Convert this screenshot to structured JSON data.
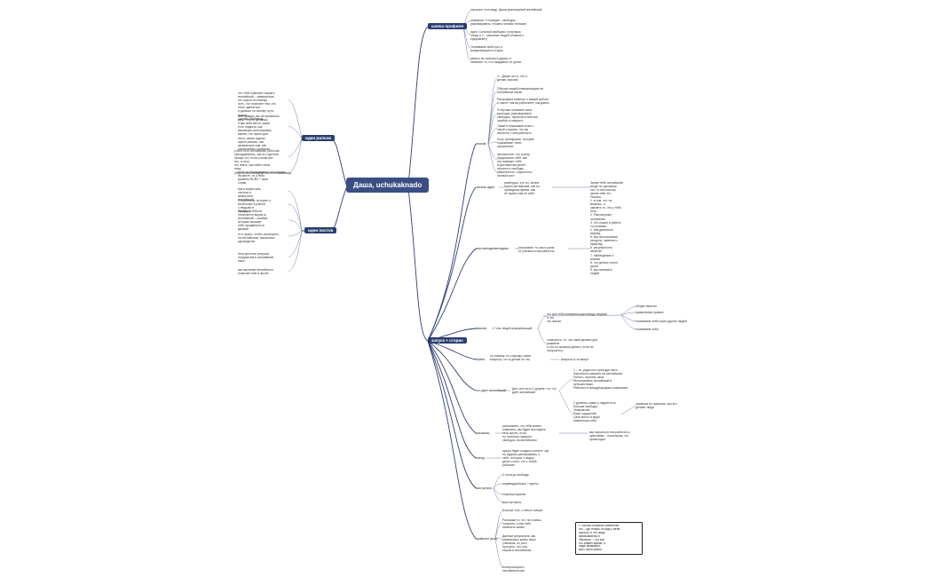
{
  "root": {
    "label": "Даша, uchukaknado"
  },
  "branches": {
    "profile": {
      "label": "шапка профиля",
      "items": [
        "хорошее стоп-кадр. Даша разговорный английский",
        "описание: Отговорки - свободно\nразговаривать, «нужна личная техника»",
        "идея: Сильный свободно, получишь\nопору и 2 - описания людей (главного,\nпредлагает)",
        "Усиливаем свой путь в\nкоммуникации в сторис",
        "запись на занятия в директ и\nнаписать то, что ожидаешь от урока"
      ]
    },
    "reels": {
      "label": "идеи рилсов",
      "items": [
        "что тебе помогает изучать\nанглийский – завершение,\nчто нужно по-новому\nпуть, что помогает тем, кто\nхочет двигаться\nи дальше по своему пути,\nсамые\nчастые проблемы",
        "Вся правда: как не провалить\nурок, что ты делаешь\nи как себя вести, какие\nесть подвохи, как\nмаксимум использовать\nвремя, что нужно для\nэтого, какие задачи\nнужно решать, как\nзаниматься сам, как\nрасписывать привычки",
        "у кого есть английский, рабочий\nпреподаватель, как это сделать\nпроще что, если я знаю все\nэто, я хочу\nэто знать, как найти свою\nтему (https://www.instagram.com/uchukaknado)",
        "если ты переживаешь что стоишь\nна месте, то у тебя\nуровень В1/В2 + свои\nслова"
      ]
    },
    "posts": {
      "label": "идеи постов",
      "items": [
        "Как я перестала\nзлиться и\nзабросила\nанглийский",
        "Стереотипы, которые я\nиспользую в работе\nс людьми в\nпроцессе",
        "Почему у тебя не\nполучается выучить\nанглийский – ошибки\nкоторые мешают\nтебе продвинуться\nдальше",
        "Что нужно, чтобы заговорить\nна английском: пошаговое\nруководство",
        "Мои простые ритуалы\nпогружения в английский\nязык",
        "как изучение английского\nпомогает мне в жизни"
      ]
    },
    "stories": {
      "label": "запуск + сторис",
      "subs": [
        {
          "label": "эгоизм",
          "items": [
            "4 – Даша: кто я, что я\nделаю, миссия",
            "Обучаю людей коммуникации на\nанглийском языке",
            "Расскажите немного о вашей работе\nи опыте: как вы работаете, как давно",
            "Я обучаю понимать язык\nкультуры, разговаривать\nсвободно, перестать бояться\nошибок и говорить",
            "Также я показываю язык с\nтакой стороны, что вы\nзахотите с ним работать",
            "Хочу тренируюсь, которые\nпоказывают твою\nпрогрессию",
            "заключение: что я могу\nпредложить тебе, как\nэто поможет тебе\nв достижении целей",
            "личности: свобода,\nуверенность, открытость,\nличный рост"
          ]
        },
        {
          "label": "чистые идеи",
          "detail": "разберусь: кто ты, зачем\nнужен английский, как ты\nпроводишь время, как\nне нужен сам по себе",
          "detail2": "Зачем тебе английский:\nкогда ты сделаешь\nэто? в чём польза,\nзачем тебе это"
        },
        {
          "label": "мои методы/методики",
          "detail": "рассказать то, как я ушла\nот ученика и как работать",
          "detail2": "Помочь:\n1. в том, что ты\nможешь, и\nсделать то, что у тебя\nесть\n2. Разговорные\nоснования\n3. Что нужно в работе\nсо словами\n4. Как двигаться\nвперёд\n5. как использовать\nресурсы, заметки и\nпрактику\n6. регулярность\nзанятий\n7. наблюдения и\nанализ\n8. что делать после\nурока\n9. как понимать\nлюдей"
        },
        {
          "label": "миссия",
          "detail": "У нас людей коммуникаций",
          "detail2": "это для тебя коммуникации между людьми и что\nэто значит",
          "detail3": "сложность: то, что сами делаем для развития\nи что ты можешь делать, если не получается",
          "right": [
            "общие смыслы",
            "применение правил",
            "понимание себя через других людей",
            "понимание себя"
          ]
        },
        {
          "label": "бойня",
          "detail": "по-новому: по-старому, какие\nвопросы, что я делаю не так",
          "detail2": "вопросы 5-ти минут"
        },
        {
          "label": "что даст английский",
          "detail": "Для чего есть 2 уровня: тот, что\nдаёт английский",
          "detail2": "1 – то, ради чего приходит весь\nНаучиться говорить на английском\nПонять, принять язык\nИспользовать английский в путешествиях\nРаботать в международных компаниях",
          "detail3": "2 уровень: какие у людей есть\nБольше свободы\nЗнакомства\nЯзык ощущений\nСвоё место в мире\nИзменение себя",
          "right": "примеры по практике, как это\nделают люди"
        },
        {
          "label": "рассказы",
          "detail": "расскажите, что тебя может\nпоменять, как будет выглядеть\nтвоя жизнь, если\nты начнёшь говорить\nсвободно на английском",
          "detail2": "как научиться тем работать с\nчувствами – посмотрим, что\nпроисходит"
        },
        {
          "label": "тренд",
          "detail": "нужно будет создать контент: где\nты будешь рассказывать о\nсебе, истории о людях,\nдела и опыт, что с тобой\nработает"
        },
        {
          "label": "мои услуги",
          "items": [
            "С нуля до свободы",
            "индивидуальные / группы",
            "Новый результат",
            "мои контакты"
          ]
        },
        {
          "label": "прайсинг (все)",
          "items": [
            "Больше того, о чём я говорю",
            "Расскажи то, что ты хочешь\nполучить, и как тебе\nизменить жизнь",
            "Данные результата, как\nизменилась жизнь моих\nучеников, их рост,\nпрогресс, что они\nнашли в английском",
            "Консультация и\nнаставничество"
          ],
          "boxed": "1. так как основное изменение\nэто – где теперь и когда у меня\nпрошло, и что люди\nзаписываются в\nобучение, – что все\nэто займёт время, и\nлюди привыкнут,\nкак к части жизни"
        }
      ]
    }
  },
  "colors": {
    "edge": "#2f3f73",
    "branch_bg": "#2a3d6e",
    "root_bg": "#3b4e84",
    "leaf_line": "#6f7fa8"
  }
}
